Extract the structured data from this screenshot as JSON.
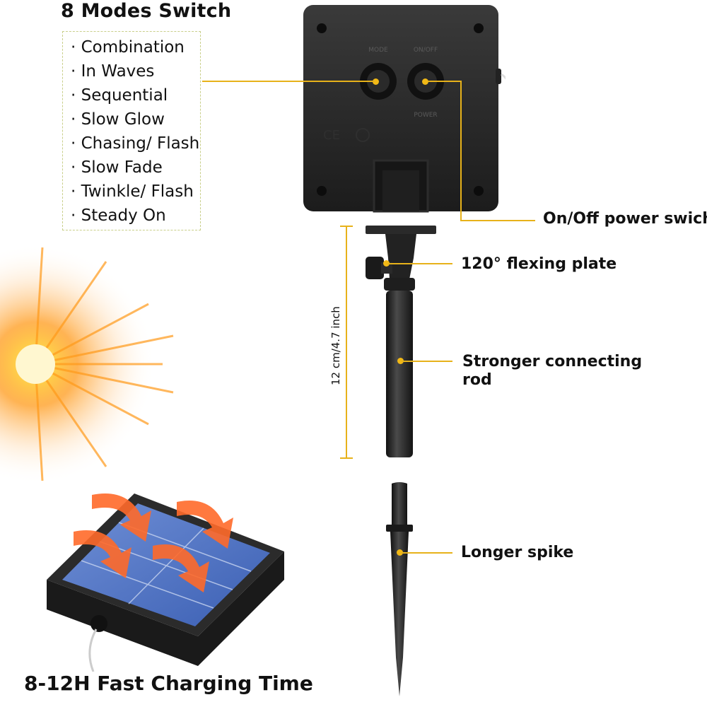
{
  "modes": {
    "title": "8 Modes Switch",
    "items": [
      "Combination",
      "In Waves",
      "Sequential",
      "Slow Glow",
      "Chasing/ Flash",
      "Slow Fade",
      "Twinkle/ Flash",
      "Steady On"
    ]
  },
  "controller": {
    "button_labels": [
      "MODE",
      "ON/OFF",
      "POWER"
    ]
  },
  "callouts": {
    "power_switch": "On/Off power swich",
    "flex_plate": "120° flexing plate",
    "rod_line1": "Stronger connecting",
    "rod_line2": "rod",
    "spike": "Longer spike"
  },
  "dimension": "12 cm/4.7 inch",
  "charging": "8-12H Fast Charging Time",
  "colors": {
    "accent": "#e7b21a",
    "box_border": "#c9cf8a"
  }
}
